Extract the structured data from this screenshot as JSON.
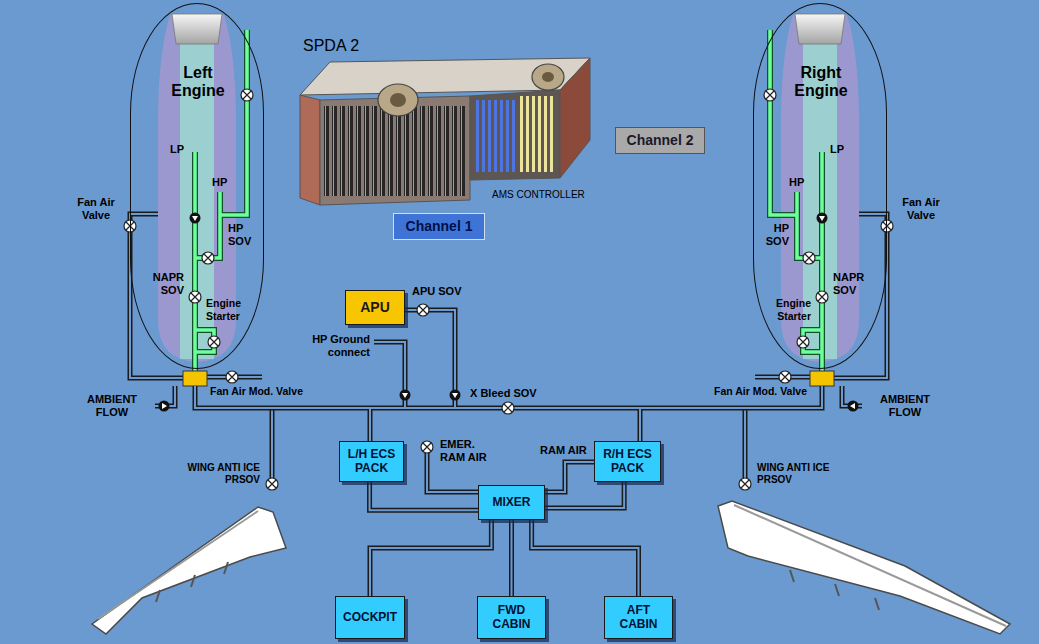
{
  "diagram": {
    "nodes": [
      {
        "text": [
          "Left Engine"
        ]
      },
      {
        "text": [
          "Right Engine"
        ]
      },
      {
        "text": [
          "Channel 2"
        ]
      },
      {
        "text": [
          "Channel 1"
        ]
      },
      {
        "text": [
          "APU"
        ]
      },
      {
        "text": [
          "L/H ECS PACK"
        ]
      },
      {
        "text": [
          "R/H ECS PACK"
        ]
      },
      {
        "text": [
          "MIXER"
        ]
      },
      {
        "text": [
          "COCKPIT"
        ]
      },
      {
        "text": [
          "FWD CABIN"
        ]
      },
      {
        "text": [
          "AFT CABIN"
        ]
      }
    ],
    "edges": [
      {
        "from": 5,
        "to": 7,
        "arrow": "none"
      },
      {
        "from": 6,
        "to": 7,
        "arrow": "none"
      },
      {
        "from": 7,
        "to": 8,
        "arrow": "none"
      },
      {
        "from": 7,
        "to": 9,
        "arrow": "none"
      },
      {
        "from": 7,
        "to": 10,
        "arrow": "none"
      }
    ],
    "labels": [
      "SPDA 2",
      "AMS CONTROLLER",
      "LP",
      "HP",
      "HP SOV",
      "NAPR SOV",
      "Engine Starter",
      "Fan Air Valve",
      "AMBIENT FLOW",
      "Fan Air Mod. Valve",
      "WING ANTI ICE PRSOV",
      "APU SOV",
      "HP Ground connect",
      "X Bleed SOV",
      "EMER. RAM AIR",
      "RAM AIR",
      "LP",
      "HP",
      "HP SOV",
      "NAPR SOV",
      "Engine Starter",
      "Fan Air Valve",
      "AMBIENT FLOW",
      "Fan Air Mod. Valve",
      "WING ANTI ICE PRSOV"
    ]
  }
}
